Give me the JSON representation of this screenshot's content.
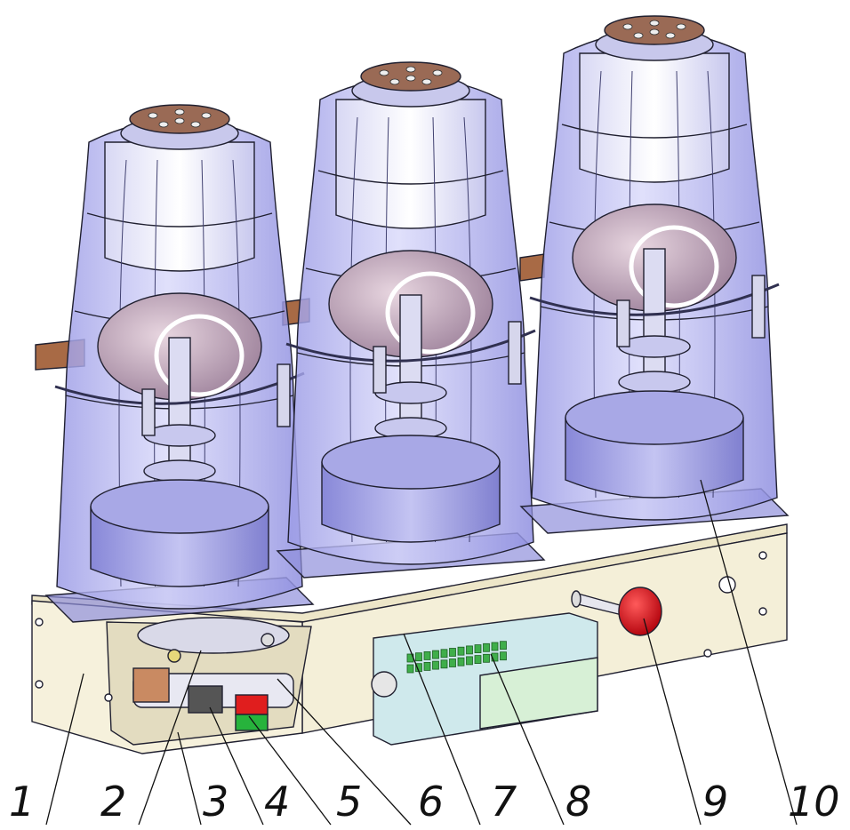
{
  "diagram": {
    "callouts": [
      {
        "id": 1,
        "label": "1"
      },
      {
        "id": 2,
        "label": "2"
      },
      {
        "id": 3,
        "label": "3"
      },
      {
        "id": 4,
        "label": "4"
      },
      {
        "id": 5,
        "label": "5"
      },
      {
        "id": 6,
        "label": "6"
      },
      {
        "id": 7,
        "label": "7"
      },
      {
        "id": 8,
        "label": "8"
      },
      {
        "id": 9,
        "label": "9"
      },
      {
        "id": 10,
        "label": "10"
      }
    ]
  },
  "colors": {
    "housing": "#f4efd8",
    "insulator": "#b9b9f0",
    "terminal": "#9a6a55",
    "busbar": "#a86a45",
    "connector_pins": "#3fae4a",
    "indicator_red": "#e01e1e",
    "indicator_green": "#27b33c",
    "knob": "#e0101a"
  }
}
